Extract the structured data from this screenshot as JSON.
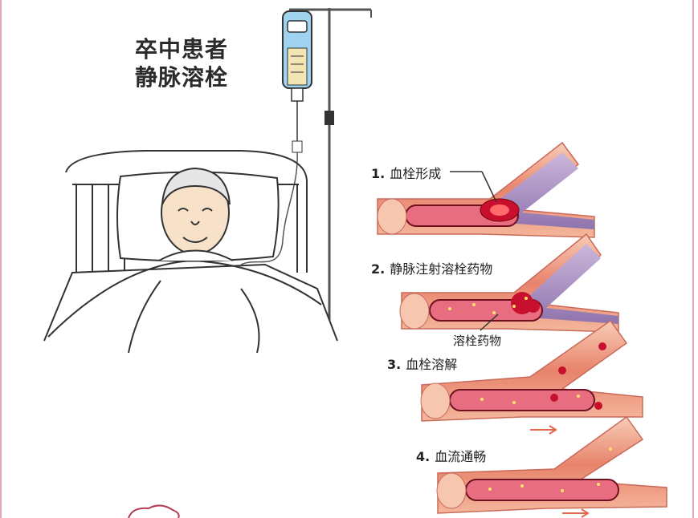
{
  "title": {
    "line1": "卒中患者",
    "line2": "静脉溶栓"
  },
  "steps": [
    {
      "num": "1.",
      "label": "血栓形成"
    },
    {
      "num": "2.",
      "label": "静脉注射溶栓药物"
    },
    {
      "num": "3.",
      "label": "血栓溶解"
    },
    {
      "num": "4.",
      "label": "血流通畅"
    }
  ],
  "drug_label": "溶栓药物",
  "colors": {
    "vessel": "#e0777b",
    "vessel_light": "#f5c7b0",
    "vein": "#a98bbf",
    "blood": "#e86d80",
    "clot": "#c8102e",
    "drip": "#5aa9d6",
    "arrow": "#e0684f"
  }
}
